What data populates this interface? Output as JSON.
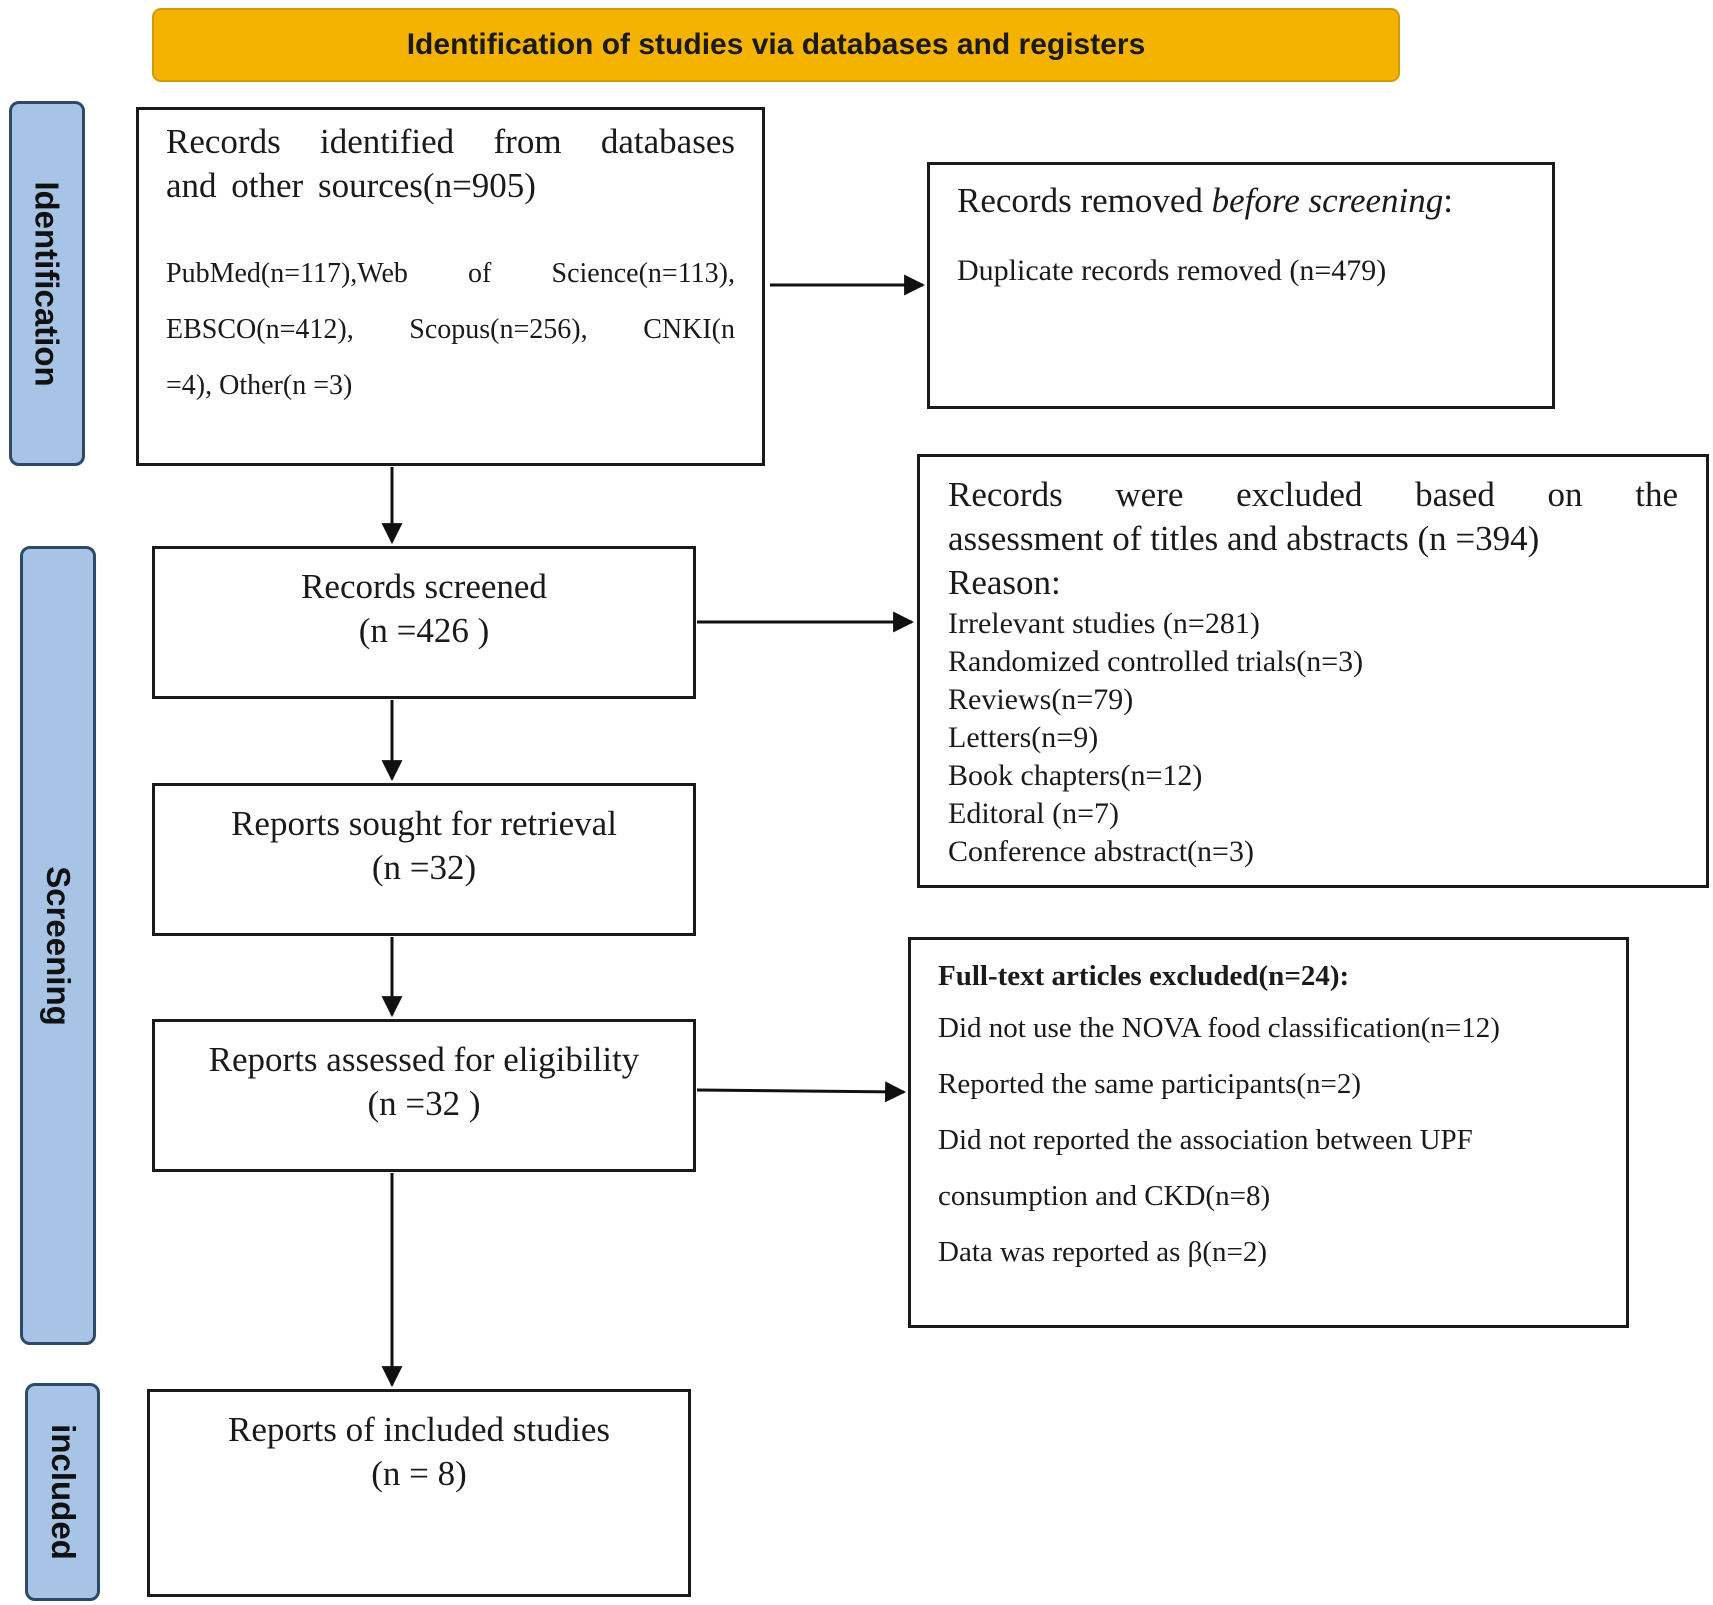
{
  "header": "Identification of studies via databases and registers",
  "phases": {
    "identification": "Identification",
    "screening": "Screening",
    "included": "included"
  },
  "identified": {
    "title_line1": "Records identified from databases",
    "title_line2": "and other sources(n=905)",
    "sources_line1": "PubMed(n=117),Web of Science(n=113),",
    "sources_line2": "EBSCO(n=412), Scopus(n=256), CNKI(n",
    "sources_line3": "=4), Other(n =3)"
  },
  "removed": {
    "title_prefix": "Records removed ",
    "title_italic": "before screening",
    "title_suffix": ":",
    "duplicates": "Duplicate records removed (n=479)"
  },
  "screened": {
    "label": "Records screened",
    "count": "(n =426 )"
  },
  "excluded_ta": {
    "line1": "Records were excluded based on the",
    "line2": "assessment of titles and abstracts (n =394)",
    "reason_label": "Reason:",
    "reasons": [
      "Irrelevant studies (n=281)",
      "Randomized controlled trials(n=3)",
      "Reviews(n=79)",
      "Letters(n=9)",
      "Book chapters(n=12)",
      "Editoral (n=7)",
      "Conference abstract(n=3)"
    ]
  },
  "sought": {
    "label": "Reports sought for retrieval",
    "count": "(n =32)"
  },
  "assessed": {
    "label": "Reports assessed for eligibility",
    "count": "(n =32 )"
  },
  "excluded_ft": {
    "title": "Full-text articles excluded(n=24):",
    "items": [
      "Did not use the NOVA food classification(n=12)",
      "Reported the same participants(n=2)",
      "Did not reported the association between UPF",
      "consumption and CKD(n=8)",
      "Data was reported as β(n=2)"
    ]
  },
  "included_box": {
    "label": "Reports of included studies",
    "count": "(n = 8)"
  }
}
